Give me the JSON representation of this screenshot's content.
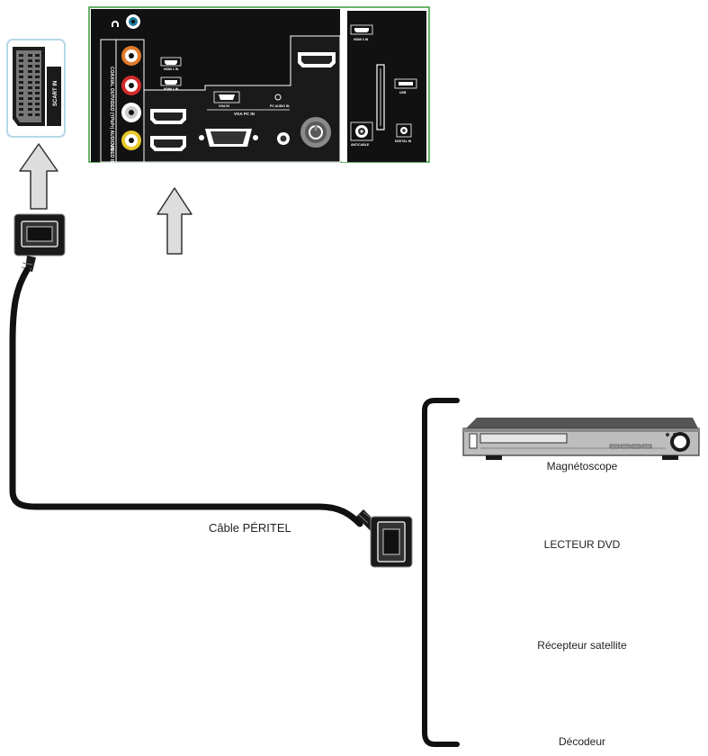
{
  "panel": {
    "scart_label": "SCART IN",
    "coaxial_label": "COAXIAL OUT",
    "video_label": "VIDEO IN",
    "ypbpr_label": "VIDEO (YPbPr) AUDIO IN",
    "hdmi1_label": "HDMI 1 IN",
    "hdmi2_label": "HDMI 2 IN",
    "vga_label": "VGA IN",
    "pc_audio_label": "PC AUDIO IN",
    "vga_pc_label": "VGA PC IN",
    "hdmi3_label": "HDMI 3 IN",
    "usb_label": "USB",
    "ant_label": "ANT/CABLE",
    "digital_label": "DIGITAL IN"
  },
  "cable": {
    "label": "Câble PÉRITEL"
  },
  "devices": [
    {
      "id": "vcr",
      "label": "Magnétoscope"
    },
    {
      "id": "dvd",
      "label": "LECTEUR DVD"
    },
    {
      "id": "sat",
      "label": "Récepteur satellite"
    },
    {
      "id": "dec",
      "label": "Décodeur"
    }
  ],
  "colors": {
    "panel_bg": "#111111",
    "panel_border": "#3a9a3a",
    "arrow_fill": "#dddddd",
    "rca_orange": "#e07a2a",
    "rca_red": "#d42a2a",
    "rca_yellow": "#e8c82a",
    "cable": "#111111"
  }
}
